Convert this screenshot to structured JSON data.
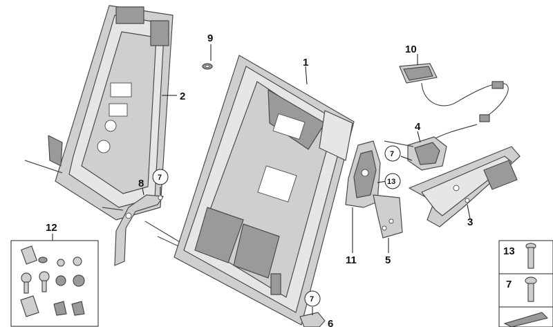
{
  "callouts": {
    "c1": "1",
    "c2": "2",
    "c3": "3",
    "c4": "4",
    "c5": "5",
    "c6": "6",
    "c7a": "7",
    "c7b": "7",
    "c7c": "7",
    "c8": "8",
    "c9": "9",
    "c10": "10",
    "c11": "11",
    "c12": "12",
    "c13": "13"
  },
  "legend": {
    "row13": "13",
    "row7": "7"
  }
}
